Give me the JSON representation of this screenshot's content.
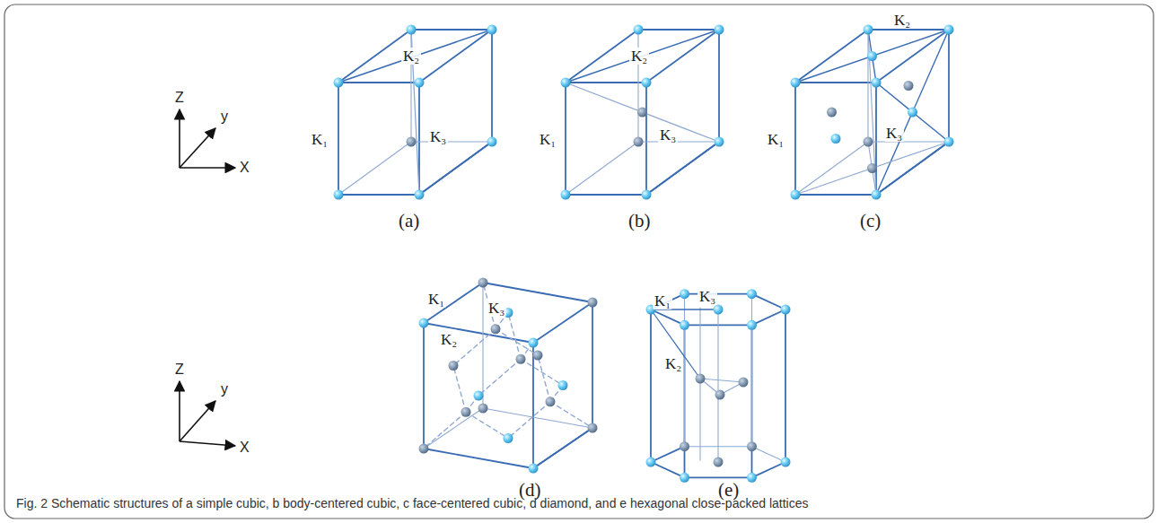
{
  "diagram": {
    "caption": "Fig. 2 Schematic structures of a simple cubic, b body-centered cubic, c face-centered cubic, d diamond, and e hexagonal close-packed lattices",
    "labels": [
      "Z",
      "y",
      "X",
      "K₁",
      "K₂",
      "K₃",
      "(a)",
      "K₁",
      "K₂",
      "K₃",
      "(b)",
      "K₁",
      "K₂",
      "K₃",
      "(c)",
      "Z",
      "y",
      "X",
      "K₁",
      "K₂",
      "K₃",
      "(d)",
      "K₁",
      "K₂",
      "K₃",
      "(e)"
    ]
  }
}
